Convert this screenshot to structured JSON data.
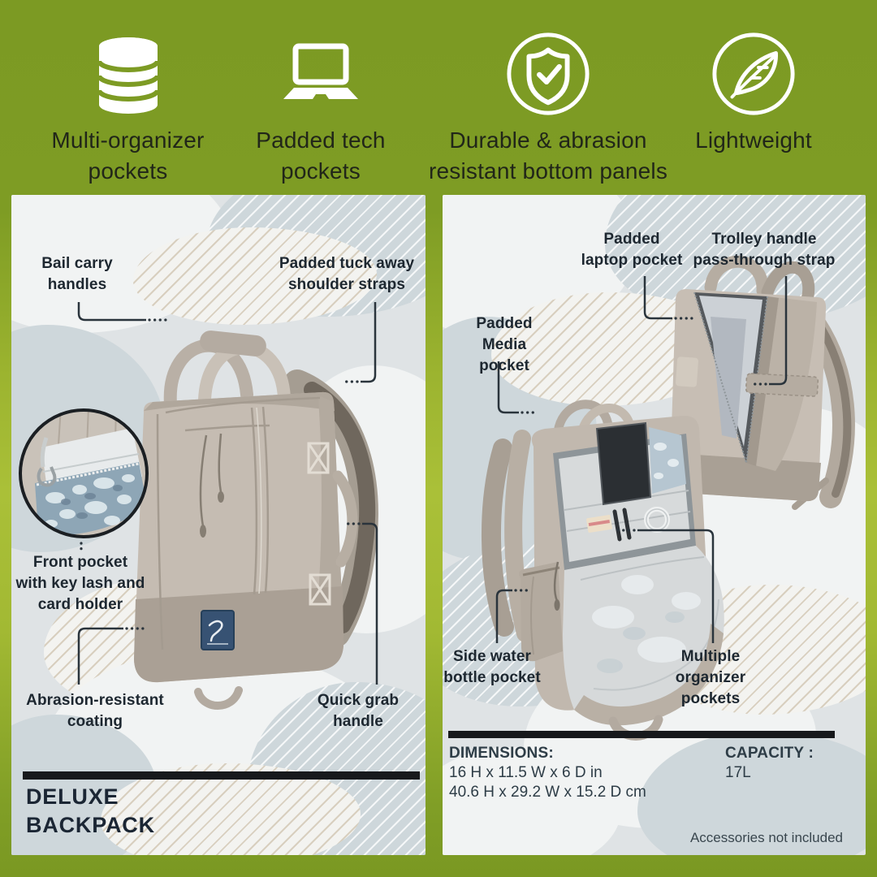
{
  "features": [
    {
      "icon": "organizer-stack-icon",
      "label": "Multi-organizer\npockets"
    },
    {
      "icon": "laptop-icon",
      "label": "Padded tech\npockets"
    },
    {
      "icon": "shield-check-icon",
      "label": "Durable & abrasion\nresistant bottom panels"
    },
    {
      "icon": "feather-icon",
      "label": "Lightweight"
    }
  ],
  "left_panel": {
    "callouts": {
      "bail_handles": "Bail carry\nhandles",
      "shoulder_straps": "Padded tuck away\nshoulder straps",
      "front_pocket": "Front pocket\nwith key lash and\ncard holder",
      "coating": "Abrasion-resistant\ncoating",
      "grab_handle": "Quick grab\nhandle"
    },
    "title": "DELUXE\nBACKPACK"
  },
  "right_panel": {
    "callouts": {
      "laptop_pocket": "Padded\nlaptop pocket",
      "trolley_strap": "Trolley handle\npass-through strap",
      "media_pocket": "Padded\nMedia pocket",
      "bottle_pocket": "Side water\nbottle pocket",
      "organizer_pockets": "Multiple\norganizer pockets"
    },
    "specs": {
      "dimensions_label": "DIMENSIONS:",
      "dimensions_in": "16 H x 11.5 W x 6 D in",
      "dimensions_cm": "40.6 H x 29.2 W x 15.2 D cm",
      "capacity_label": "CAPACITY :",
      "capacity_value": "17L"
    },
    "disclaimer": "Accessories not included"
  },
  "colors": {
    "accent_olive": "#7d9b24",
    "accent_lime": "#aac038",
    "panel_background": "#dfe3e5",
    "camo_gray": "#ced7db",
    "camo_tan": "#cbbca4",
    "text_dark": "#1d2730",
    "title_navy": "#1b2634",
    "bar_black": "#17191c",
    "icon_white": "#ffffff",
    "backpack_greige": "#c5bcb2",
    "logo_patch_navy": "#375273"
  }
}
